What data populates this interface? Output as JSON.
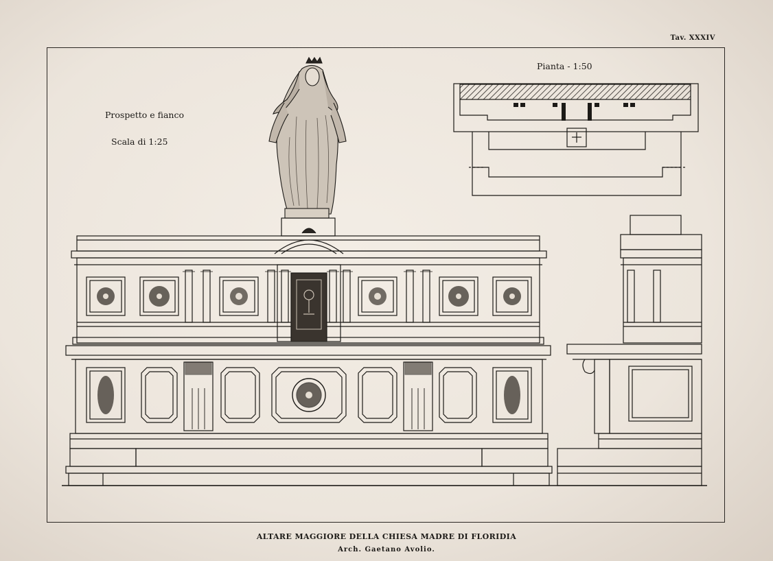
{
  "plate": {
    "number": "Tav. XXXIV"
  },
  "labels": {
    "elevation": "Prospetto e fianco",
    "elevation_scale": "Scala di 1:25",
    "plan": "Pianta - 1:50"
  },
  "caption": {
    "title": "ALTARE MAGGIORE DELLA CHIESA MADRE DI FLORIDIA",
    "architect": "Arch. Gaetano Avolio."
  },
  "colors": {
    "ink": "#1c1a17",
    "paper": "#ece4da"
  }
}
